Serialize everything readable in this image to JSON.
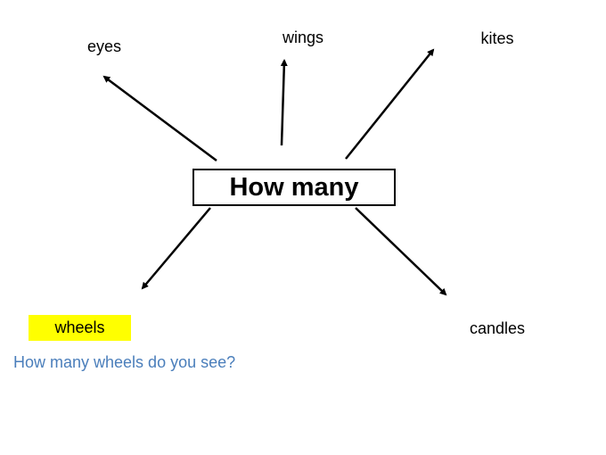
{
  "center": {
    "label": "How many"
  },
  "branches": {
    "top_left": "eyes",
    "top_center": "wings",
    "top_right": "kites",
    "bottom_left": "wheels",
    "bottom_right": "candles"
  },
  "prompt": {
    "question": "How many wheels do you see?"
  },
  "colors": {
    "highlight": "#ffff00",
    "question_text": "#4a7ebb",
    "lines": "#000000"
  }
}
